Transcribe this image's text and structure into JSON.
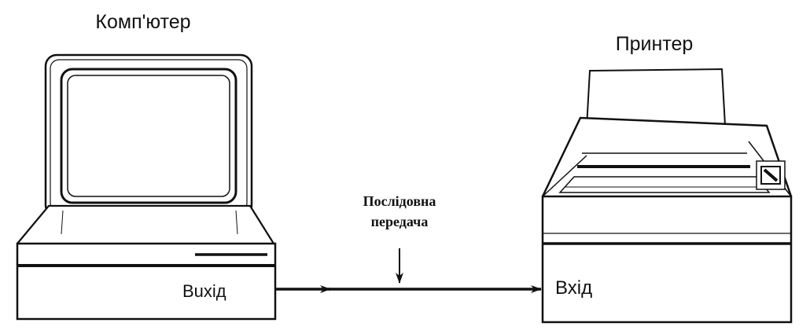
{
  "computer": {
    "title": "Комп'ютер",
    "port_label": "Вuхід"
  },
  "printer": {
    "title": "Принтер",
    "port_label": "Вхід"
  },
  "transmission": {
    "line1": "Послідовна",
    "line2": "передача"
  },
  "colors": {
    "ink": "#111111",
    "background": "#ffffff"
  }
}
